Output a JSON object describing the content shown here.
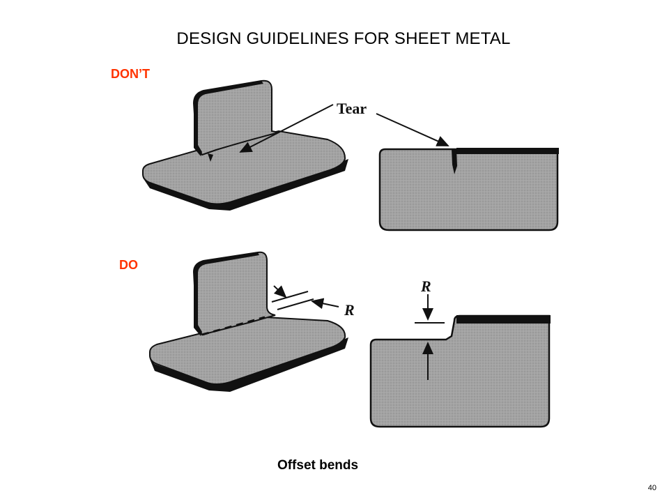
{
  "title": "DESIGN GUIDELINES FOR SHEET METAL",
  "labels": {
    "dont": "DON’T",
    "do": "DO"
  },
  "figure_text": {
    "tear": "Tear",
    "radius": "R"
  },
  "caption": "Offset bends",
  "page_number": "40",
  "colors": {
    "label_accent": "#ff3300",
    "metal_fill": "#9e9e9e",
    "metal_edge": "#111111"
  }
}
